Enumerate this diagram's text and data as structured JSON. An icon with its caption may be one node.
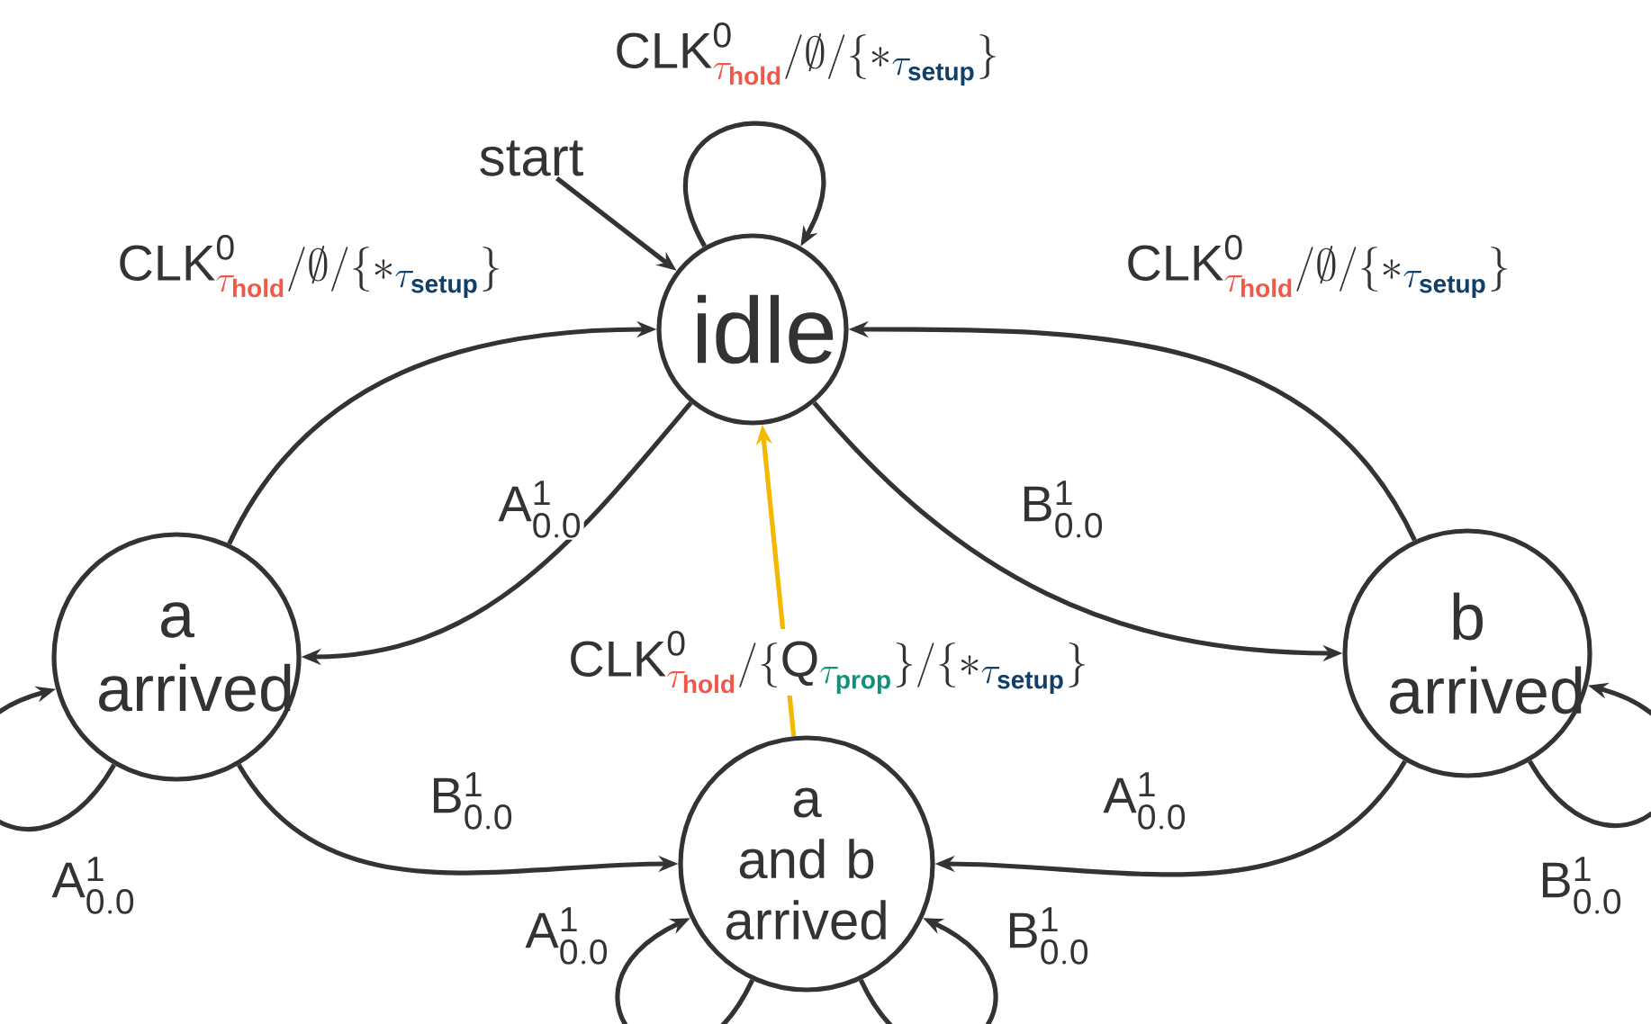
{
  "diagram": {
    "nodes": [
      {
        "text": [
          "start"
        ]
      },
      {
        "text": [
          "idle"
        ]
      },
      {
        "text": [
          "a arrived"
        ]
      },
      {
        "text": [
          "b arrived"
        ]
      },
      {
        "text": [
          "a and b arrived"
        ]
      }
    ],
    "edges": [
      {
        "from": 0,
        "to": 1,
        "arrow": "to"
      },
      {
        "from": 1,
        "to": 1,
        "arrow": "to",
        "label": "\\mathsf{CLK}^{\\mathsf{0}}_{\\color[HTML]{F0584A}\\tau_{\\mathsf{\\mathbf{hold}}}}/\\emptyset/\\{*_{\\color[HTML]{123F66}\\tau_{\\mathsf{\\mathbf{setup}}}}\\}"
      },
      {
        "from": 2,
        "to": 1,
        "arrow": "to",
        "label": "\\mathsf{CLK}^{\\mathsf{0}}_{\\color[HTML]{F0584A}\\tau_{\\mathsf{\\mathbf{hold}}}}/\\emptyset/\\{*_{\\color[HTML]{123F66}\\tau_{\\mathsf{\\mathbf{setup}}}}\\}"
      },
      {
        "from": 3,
        "to": 1,
        "arrow": "to",
        "label": "\\mathsf{CLK}^{\\mathsf{0}}_{\\color[HTML]{F0584A}\\tau_{\\mathsf{\\mathbf{hold}}}}/\\emptyset/\\{*_{\\color[HTML]{123F66}\\tau_{\\mathsf{\\mathbf{setup}}}}\\}"
      },
      {
        "from": 1,
        "to": 2,
        "arrow": "to",
        "label": "\\mathsf{A}^{\\mathsf{1}}_{\\mathsf{0.0}}"
      },
      {
        "from": 1,
        "to": 3,
        "arrow": "to",
        "label": "\\mathsf{B}^{\\mathsf{1}}_{\\mathsf{0.0}}"
      },
      {
        "from": 2,
        "to": 2,
        "arrow": "to",
        "label": "\\mathsf{A}^{\\mathsf{1}}_{\\mathsf{0.0}}"
      },
      {
        "from": 3,
        "to": 3,
        "arrow": "to",
        "label": "\\mathsf{B}^{\\mathsf{1}}_{\\mathsf{0.0}}"
      },
      {
        "from": 2,
        "to": 4,
        "arrow": "to",
        "label": "\\mathsf{B}^{\\mathsf{1}}_{\\mathsf{0.0}}"
      },
      {
        "from": 3,
        "to": 4,
        "arrow": "to",
        "label": "\\mathsf{A}^{\\mathsf{1}}_{\\mathsf{0.0}}"
      },
      {
        "from": 4,
        "to": 1,
        "arrow": "to",
        "color": "#f5b800",
        "label": "\\mathsf{CLK}^{\\mathsf{0}}_{\\color[HTML]{F0584A}\\tau_{\\mathsf{\\mathbf{hold}}}}/\\{\\mathsf{Q}_{\\color[HTML]{12907A}\\tau_{\\mathsf{\\mathbf{prop}}}}\\}/\\{*_{\\color[HTML]{123F66}\\tau_{\\mathsf{\\mathbf{setup}}}}\\}"
      },
      {
        "from": 4,
        "to": 4,
        "arrow": "to",
        "label": "\\mathsf{A}^{\\mathsf{1}}_{\\mathsf{0.0}}"
      },
      {
        "from": 4,
        "to": 4,
        "arrow": "to",
        "label": "\\mathsf{B}^{\\mathsf{1}}_{\\mathsf{0.0}}"
      }
    ]
  }
}
